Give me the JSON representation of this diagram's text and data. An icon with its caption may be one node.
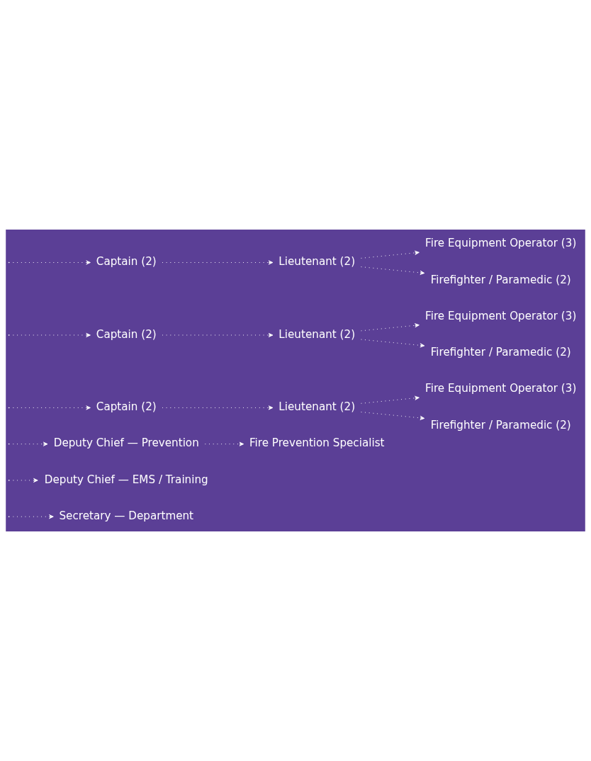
{
  "diagram": {
    "nodes": [
      {
        "text": [
          "Secretary — Department"
        ]
      },
      {
        "text": [
          "Deputy Chief — EMS / Training"
        ]
      },
      {
        "text": [
          "Deputy Chief — Prevention"
        ]
      },
      {
        "text": [
          "Fire Prevention Specialist"
        ]
      },
      {
        "text": [
          "Captain (2)"
        ]
      },
      {
        "text": [
          "Lieutenant (2)"
        ]
      },
      {
        "text": [
          "Fire Equipment Operator (3)"
        ]
      },
      {
        "text": [
          "Firefighter / Paramedic (2)"
        ]
      },
      {
        "text": [
          "Captain (2)"
        ]
      },
      {
        "text": [
          "Lieutenant (2)"
        ]
      },
      {
        "text": [
          "Fire Equipment Operator (3)"
        ]
      },
      {
        "text": [
          "Firefighter / Paramedic (2)"
        ]
      },
      {
        "text": [
          "Captain (2)"
        ]
      },
      {
        "text": [
          "Lieutenant (2)"
        ]
      },
      {
        "text": [
          "Fire Equipment Operator (3)"
        ]
      },
      {
        "text": [
          "Firefighter / Paramedic (2)"
        ]
      }
    ],
    "edges": [
      {
        "from": null,
        "to": 0,
        "arrow": "to"
      },
      {
        "from": null,
        "to": 1,
        "arrow": "to"
      },
      {
        "from": null,
        "to": 2,
        "arrow": "to"
      },
      {
        "from": 2,
        "to": 3,
        "arrow": "to"
      },
      {
        "from": null,
        "to": 4,
        "arrow": "to"
      },
      {
        "from": 4,
        "to": 5,
        "arrow": "to"
      },
      {
        "from": 5,
        "to": 6,
        "arrow": "to"
      },
      {
        "from": 5,
        "to": 7,
        "arrow": "to"
      },
      {
        "from": null,
        "to": 8,
        "arrow": "to"
      },
      {
        "from": 8,
        "to": 9,
        "arrow": "to"
      },
      {
        "from": 9,
        "to": 10,
        "arrow": "to"
      },
      {
        "from": 9,
        "to": 11,
        "arrow": "to"
      },
      {
        "from": null,
        "to": 12,
        "arrow": "to"
      },
      {
        "from": 12,
        "to": 13,
        "arrow": "to"
      },
      {
        "from": 13,
        "to": 14,
        "arrow": "to"
      },
      {
        "from": 13,
        "to": 15,
        "arrow": "to"
      }
    ]
  }
}
